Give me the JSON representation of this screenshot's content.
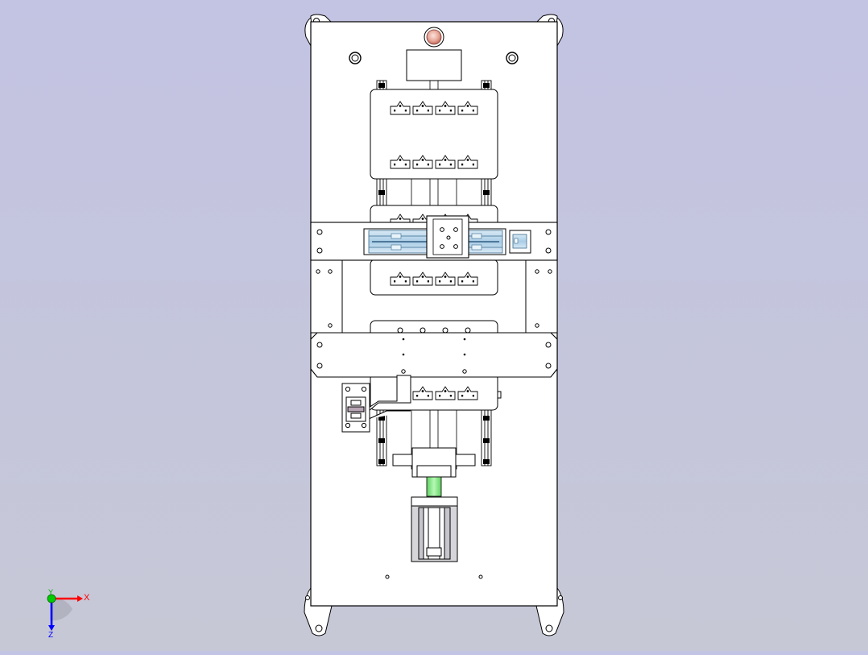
{
  "view": {
    "background_top": "#c3c3e3",
    "background_bottom": "#c6c8d6",
    "model_color": "#ffffff",
    "line_color": "#000000",
    "rail_color": "#bcd8ea",
    "coupling_color": "#7ee07e",
    "indicator_color": "#e8a89a"
  },
  "triad": {
    "x_label": "X",
    "y_label": "Y",
    "z_label": "Z",
    "x_color": "#ff0000",
    "y_color": "#00cc00",
    "z_color": "#0000ff"
  }
}
